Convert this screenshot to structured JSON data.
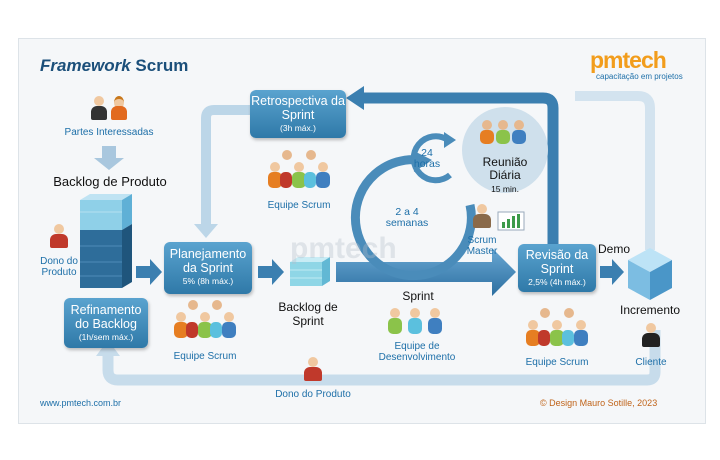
{
  "title": {
    "bold": "Framework",
    "rest": " Scrum"
  },
  "logo": {
    "brand": "pmtech",
    "tagline": "capacitação em projetos"
  },
  "watermark": "pmtech",
  "labels": {
    "stakeholders": "Partes Interessadas",
    "product_backlog": "Backlog de Produto",
    "product_owner": "Dono do Produto",
    "scrum_team_retro": "Equipe Scrum",
    "scrum_team_planning": "Equipe Scrum",
    "scrum_team_review": "Equipe Scrum",
    "sprint_backlog": "Backlog de Sprint",
    "sprint": "Sprint",
    "dev_team": "Equipe de Desenvolvimento",
    "scrum_master": "Scrum Master",
    "demo": "Demo",
    "increment": "Incremento",
    "client": "Cliente",
    "product_owner_bottom": "Dono do Produto",
    "hours": "24 horas",
    "weeks": "2 a 4 semanas"
  },
  "events": {
    "retro": {
      "title": "Retrospectiva da Sprint",
      "sub": "(3h máx.)"
    },
    "planning": {
      "title": "Planejamento da Sprint",
      "sub": "5% (8h máx.)"
    },
    "refinement": {
      "title": "Refinamento do Backlog",
      "sub": "(1h/sem máx.)"
    },
    "review": {
      "title": "Revisão da Sprint",
      "sub": "2,5% (4h máx.)"
    },
    "daily": {
      "title": "Reunião Diária",
      "sub": "15 min."
    }
  },
  "footer": {
    "website": "www.pmtech.com.br",
    "credit": "© Design Mauro Sotille, 2023"
  },
  "colors": {
    "accent": "#2f79a8",
    "arrow_light": "#b9d4e6",
    "arrow_dark": "#3b7fb0",
    "brand_orange": "#f29d1c"
  }
}
